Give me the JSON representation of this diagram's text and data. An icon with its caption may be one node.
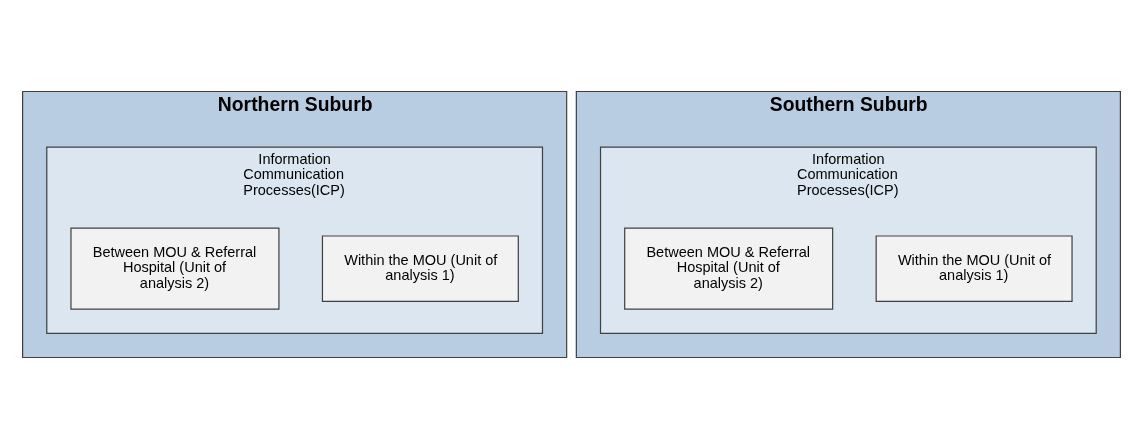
{
  "diagram": {
    "nodes": [
      {
        "text": [
          "Northern Suburb"
        ]
      },
      {
        "text": [
          "Information Communication Processes(ICP)"
        ],
        "in": 0
      },
      {
        "text": [
          "Within the MOU (Unit of analysis 1)"
        ],
        "in": 1
      },
      {
        "text": [
          "Between MOU & Referral Hospital (Unit of analysis 2)"
        ],
        "in": 1
      },
      {
        "text": [
          "Southern Suburb"
        ]
      },
      {
        "text": [
          "Information Communication Processes(ICP)"
        ],
        "in": 4
      },
      {
        "text": [
          "Within the MOU (Unit of analysis 1)"
        ],
        "in": 5
      },
      {
        "text": [
          "Between MOU & Referral Hospital (Unit of analysis 2)"
        ],
        "in": 5
      }
    ]
  }
}
